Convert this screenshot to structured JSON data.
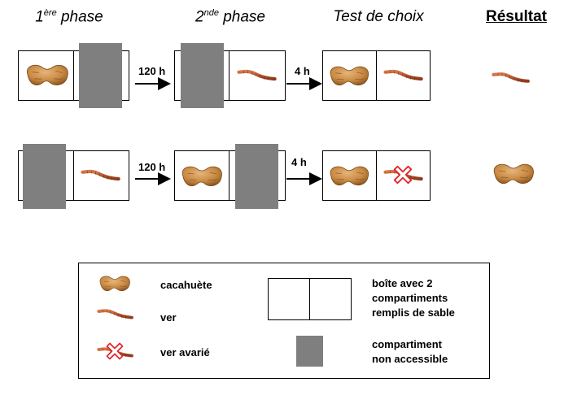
{
  "headers": {
    "phase1_sup": "ère",
    "phase1_prefix": "1",
    "phase1_word": "phase",
    "phase2_sup": "nde",
    "phase2_prefix": "2",
    "phase2_word": "phase",
    "test": "Test de choix",
    "result": "Résultat"
  },
  "arrows": {
    "row1_a": "120 h",
    "row1_b": "4 h",
    "row2_a": "120 h",
    "row2_b": "4 h"
  },
  "legend": {
    "peanut": "cacahuète",
    "worm": "ver",
    "bad_worm": "ver avarié",
    "box_line1": "boîte avec 2",
    "box_line2": "compartiments",
    "box_line3": "remplis de sable",
    "gray_line1": "compartiment",
    "gray_line2": "non accessible"
  },
  "colors": {
    "gray_block": "#7f7f7f",
    "peanut": "#c98a43",
    "worm": "#b5522a",
    "cross": "#e0252b"
  }
}
